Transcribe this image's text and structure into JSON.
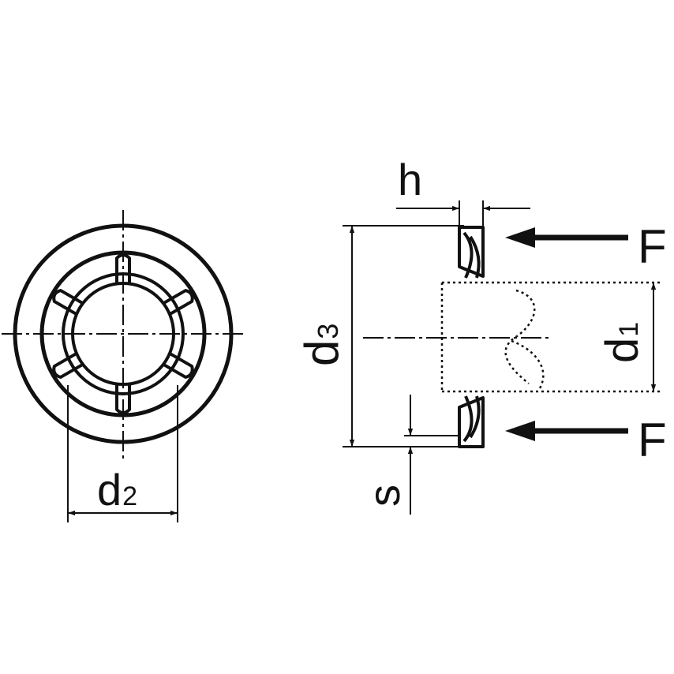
{
  "colors": {
    "ink": "#111111",
    "background": "#ffffff"
  },
  "labels": {
    "d1_main": "d",
    "d1_sub": "1",
    "d2_main": "d",
    "d2_sub": "2",
    "d3_main": "d",
    "d3_sub": "3",
    "h": "h",
    "s": "s",
    "force_top": "F",
    "force_bottom": "F"
  }
}
